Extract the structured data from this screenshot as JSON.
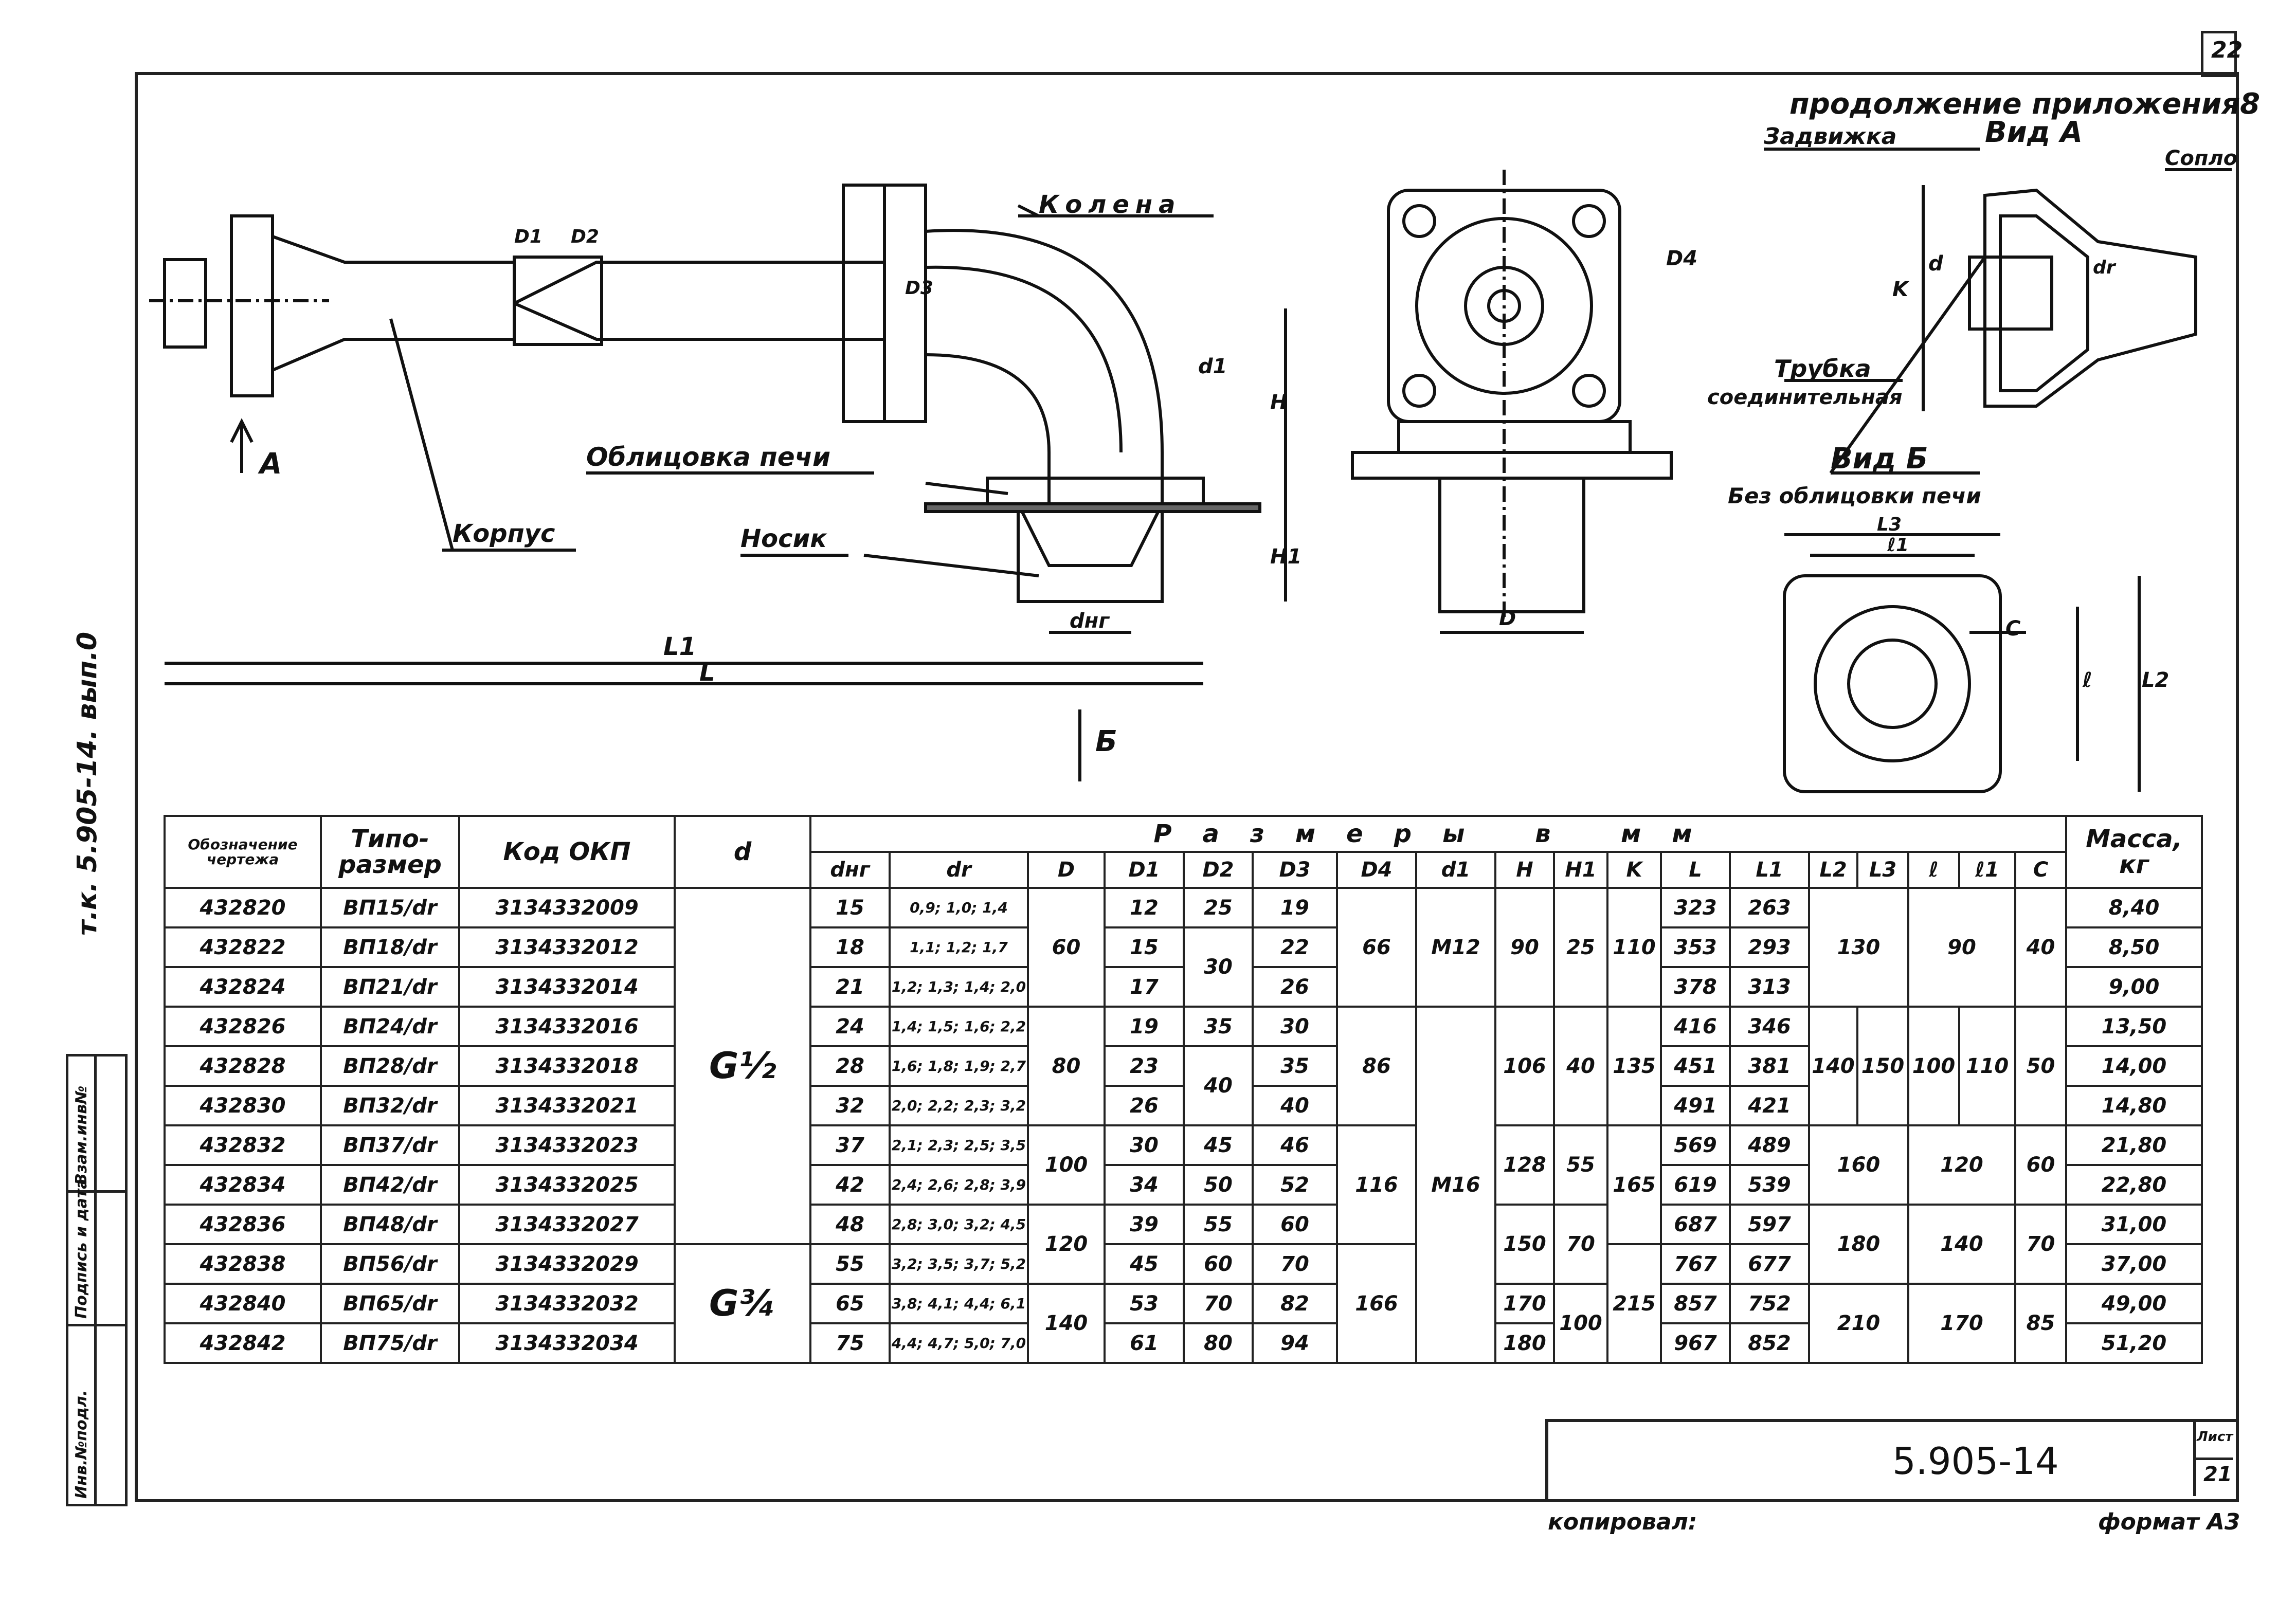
{
  "page_number": "22",
  "continuation_title": "продолжение приложения8",
  "side_text": "т.к. 5.905-14. вып.0",
  "stamp_labels": [
    "Инв.№подл.",
    "Подпись и дата",
    "Взам.инв№"
  ],
  "drawing_labels": {
    "zadvizhka": "Задвижка",
    "vid_a": "Вид А",
    "soplo": "Сопло",
    "trubka": "Трубка",
    "soedinitelnaya": "соединительная",
    "vid_b": "Вид Б",
    "bez_oblitsovki": "Без облицовки печи",
    "kolena": "Колена",
    "oblitsovka": "Облицовка печи",
    "korpus": "Корпус",
    "nosik": "Носик",
    "arrow_a": "А",
    "arrow_b": "Б",
    "dim_d1": "D1",
    "dim_d2": "D2",
    "dim_d3": "D3",
    "dim_d4": "D4",
    "dim_D": "D",
    "dim_d1_small": "d1",
    "dim_H": "H",
    "dim_H1": "H1",
    "dim_dng": "dнг",
    "dim_L1": "L1",
    "dim_L": "L",
    "dim_K": "K",
    "dim_d": "d",
    "dim_dr": "dr",
    "dim_L3": "L3",
    "dim_l1": "ℓ1",
    "dim_c": "C",
    "dim_l": "ℓ",
    "dim_L2": "L2"
  },
  "table": {
    "header": {
      "designation": "Обозначение чертежа",
      "type_size": "Типо-размер",
      "code_okp": "Код ОКП",
      "d": "d",
      "dimensions_title": "Размеры в мм",
      "mass": "Масса, кг",
      "cols": [
        "dнг",
        "dr",
        "D",
        "D1",
        "D2",
        "D3",
        "D4",
        "d1",
        "H",
        "H1",
        "K",
        "L",
        "L1",
        "L2",
        "L3",
        "ℓ",
        "ℓ1",
        "C"
      ]
    },
    "rows": [
      {
        "des": "432820",
        "type": "ВП15/dr",
        "code": "3134332009",
        "dng": "15",
        "dr": "0,9; 1,0; 1,4",
        "D1": "12",
        "D2": "25",
        "D3": "19",
        "L": "323",
        "L1": "263",
        "mass": "8,40"
      },
      {
        "des": "432822",
        "type": "ВП18/dr",
        "code": "3134332012",
        "dng": "18",
        "dr": "1,1; 1,2; 1,7",
        "D1": "15",
        "D3": "22",
        "L": "353",
        "L1": "293",
        "mass": "8,50"
      },
      {
        "des": "432824",
        "type": "ВП21/dr",
        "code": "3134332014",
        "dng": "21",
        "dr": "1,2; 1,3; 1,4; 2,0",
        "D1": "17",
        "D3": "26",
        "L": "378",
        "L1": "313",
        "mass": "9,00"
      },
      {
        "des": "432826",
        "type": "ВП24/dr",
        "code": "3134332016",
        "dng": "24",
        "dr": "1,4; 1,5; 1,6; 2,2",
        "D1": "19",
        "D2": "35",
        "D3": "30",
        "L": "416",
        "L1": "346",
        "mass": "13,50"
      },
      {
        "des": "432828",
        "type": "ВП28/dr",
        "code": "3134332018",
        "dng": "28",
        "dr": "1,6; 1,8; 1,9; 2,7",
        "D1": "23",
        "D3": "35",
        "L": "451",
        "L1": "381",
        "mass": "14,00"
      },
      {
        "des": "432830",
        "type": "ВП32/dr",
        "code": "3134332021",
        "dng": "32",
        "dr": "2,0; 2,2; 2,3; 3,2",
        "D1": "26",
        "D3": "40",
        "L": "491",
        "L1": "421",
        "mass": "14,80"
      },
      {
        "des": "432832",
        "type": "ВП37/dr",
        "code": "3134332023",
        "dng": "37",
        "dr": "2,1; 2,3; 2,5; 3,5",
        "D1": "30",
        "D2": "45",
        "D3": "46",
        "L": "569",
        "L1": "489",
        "mass": "21,80"
      },
      {
        "des": "432834",
        "type": "ВП42/dr",
        "code": "3134332025",
        "dng": "42",
        "dr": "2,4; 2,6; 2,8; 3,9",
        "D1": "34",
        "D2": "50",
        "D3": "52",
        "L": "619",
        "L1": "539",
        "mass": "22,80"
      },
      {
        "des": "432836",
        "type": "ВП48/dr",
        "code": "3134332027",
        "dng": "48",
        "dr": "2,8; 3,0; 3,2; 4,5",
        "D1": "39",
        "D2": "55",
        "D3": "60",
        "L": "687",
        "L1": "597",
        "mass": "31,00"
      },
      {
        "des": "432838",
        "type": "ВП56/dr",
        "code": "3134332029",
        "dng": "55",
        "dr": "3,2; 3,5; 3,7; 5,2",
        "D1": "45",
        "D2": "60",
        "D3": "70",
        "L": "767",
        "L1": "677",
        "mass": "37,00"
      },
      {
        "des": "432840",
        "type": "ВП65/dr",
        "code": "3134332032",
        "dng": "65",
        "dr": "3,8; 4,1; 4,4; 6,1",
        "D1": "53",
        "D2": "70",
        "D3": "82",
        "L": "857",
        "L1": "752",
        "H": "170",
        "mass": "49,00"
      },
      {
        "des": "432842",
        "type": "ВП75/dr",
        "code": "3134332034",
        "dng": "75",
        "dr": "4,4; 4,7; 5,0; 7,0",
        "D1": "61",
        "D2": "80",
        "D3": "94",
        "L": "967",
        "L1": "852",
        "H": "180",
        "mass": "51,20"
      }
    ],
    "merged": {
      "d_g12": "G½",
      "d_g34": "G¾",
      "D_60": "60",
      "D_80": "80",
      "D_100": "100",
      "D_120": "120",
      "D_140": "140",
      "D2_30": "30",
      "D2_40": "40",
      "D4_66": "66",
      "D4_86": "86",
      "D4_116": "116",
      "D4_166": "166",
      "d1_m12": "M12",
      "d1_m16": "M16",
      "H_90": "90",
      "H_106": "106",
      "H_128": "128",
      "H_150": "150",
      "H1_25": "25",
      "H1_40": "40",
      "H1_55": "55",
      "H1_70": "70",
      "H1_100": "100",
      "K_110": "110",
      "K_135": "135",
      "K_165": "165",
      "K_215": "215",
      "L2L3_130": "130",
      "L2_140": "140",
      "L3_150": "150",
      "L2L3_160": "160",
      "L2L3_180": "180",
      "L2L3_210": "210",
      "l_90": "90",
      "l_100": "100",
      "l1_110": "110",
      "l_120": "120",
      "l_140": "140",
      "l_170": "170",
      "C_40": "40",
      "C_50": "50",
      "C_60": "60",
      "C_70": "70",
      "C_85": "85"
    }
  },
  "title_block": {
    "doc_number": "5.905-14",
    "sheet_label": "Лист",
    "sheet_number": "21",
    "copied_by": "копировал:",
    "format": "формат А3"
  }
}
